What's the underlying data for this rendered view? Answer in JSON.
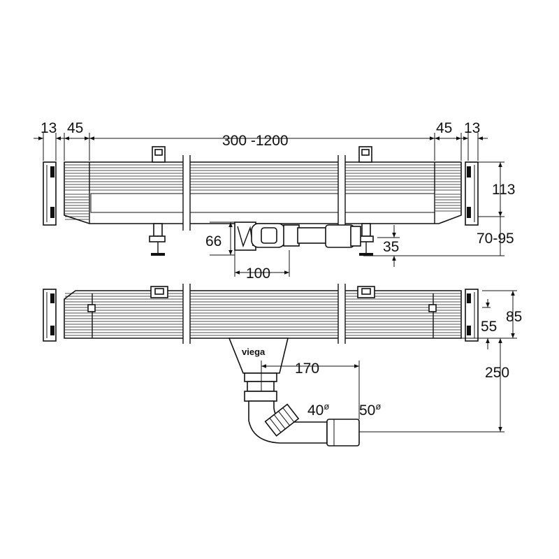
{
  "drawing": {
    "brand": "viega",
    "dimensions": {
      "end_cap_top_left": "13",
      "edge_top_left": "45",
      "length_range": "300 -1200",
      "edge_top_right": "45",
      "end_cap_top_right": "13",
      "channel_height": "113",
      "outlet_height": "66",
      "adjust_range": "70-95",
      "outlet_offset": "35",
      "outlet_width": "100",
      "side_height_85": "85",
      "side_height_55": "55",
      "trap_offset": "170",
      "trap_depth": "250",
      "pipe_diameter_40": "40",
      "pipe_diameter_50": "50",
      "diameter_symbol": "ø"
    }
  }
}
